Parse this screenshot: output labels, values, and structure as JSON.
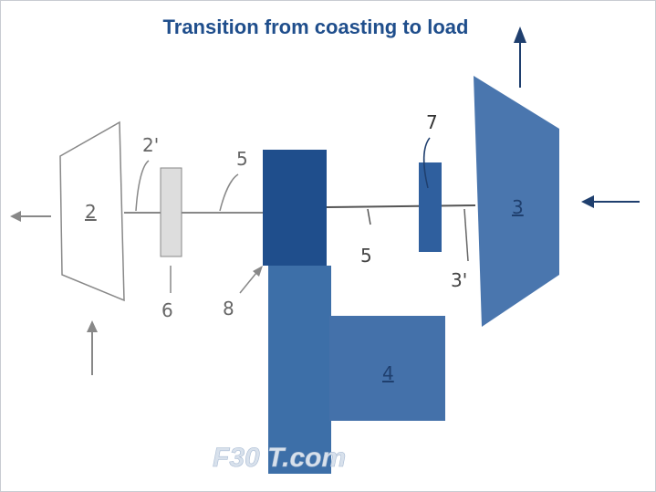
{
  "title": "Transition from coasting to load",
  "labels": {
    "part_2": "2",
    "part_2_prime": "2'",
    "part_3": "3",
    "part_3_prime": "3'",
    "part_4": "4",
    "part_5_left": "5",
    "part_5_right": "5",
    "part_6": "6",
    "part_7": "7",
    "part_8": "8"
  },
  "watermark": "F30 T.com",
  "colors": {
    "title": "#1f4e8c",
    "dark_blue": "#1f4e8c",
    "mid_blue": "#4471aa",
    "gray": "#888888"
  }
}
